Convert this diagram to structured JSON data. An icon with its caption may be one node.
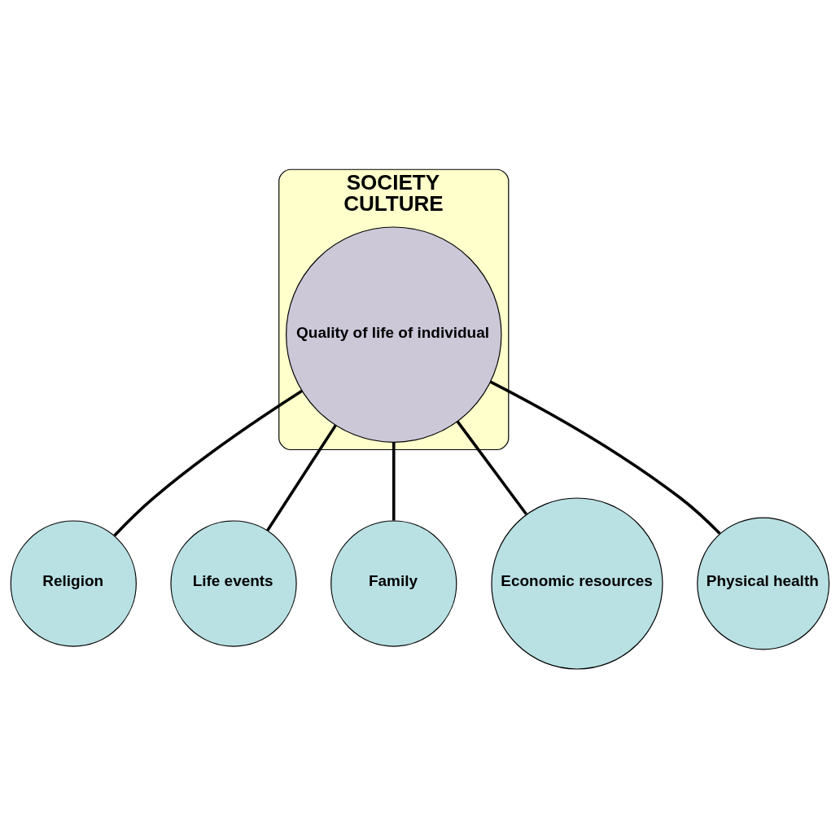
{
  "diagram": {
    "nodes": [
      {
        "text": [
          "SOCIETY",
          "CULTURE"
        ]
      },
      {
        "text": [
          "Quality of life of individual"
        ],
        "in": 0
      },
      {
        "text": [
          "Religion"
        ]
      },
      {
        "text": [
          "Life events"
        ]
      },
      {
        "text": [
          "Family"
        ]
      },
      {
        "text": [
          "Economic resources"
        ]
      },
      {
        "text": [
          "Physical health"
        ]
      }
    ],
    "edges": [
      {
        "from": 1,
        "to": 2,
        "arrow": "none"
      },
      {
        "from": 1,
        "to": 3,
        "arrow": "none"
      },
      {
        "from": 1,
        "to": 4,
        "arrow": "none"
      },
      {
        "from": 1,
        "to": 5,
        "arrow": "none"
      },
      {
        "from": 1,
        "to": 6,
        "arrow": "none"
      }
    ]
  }
}
